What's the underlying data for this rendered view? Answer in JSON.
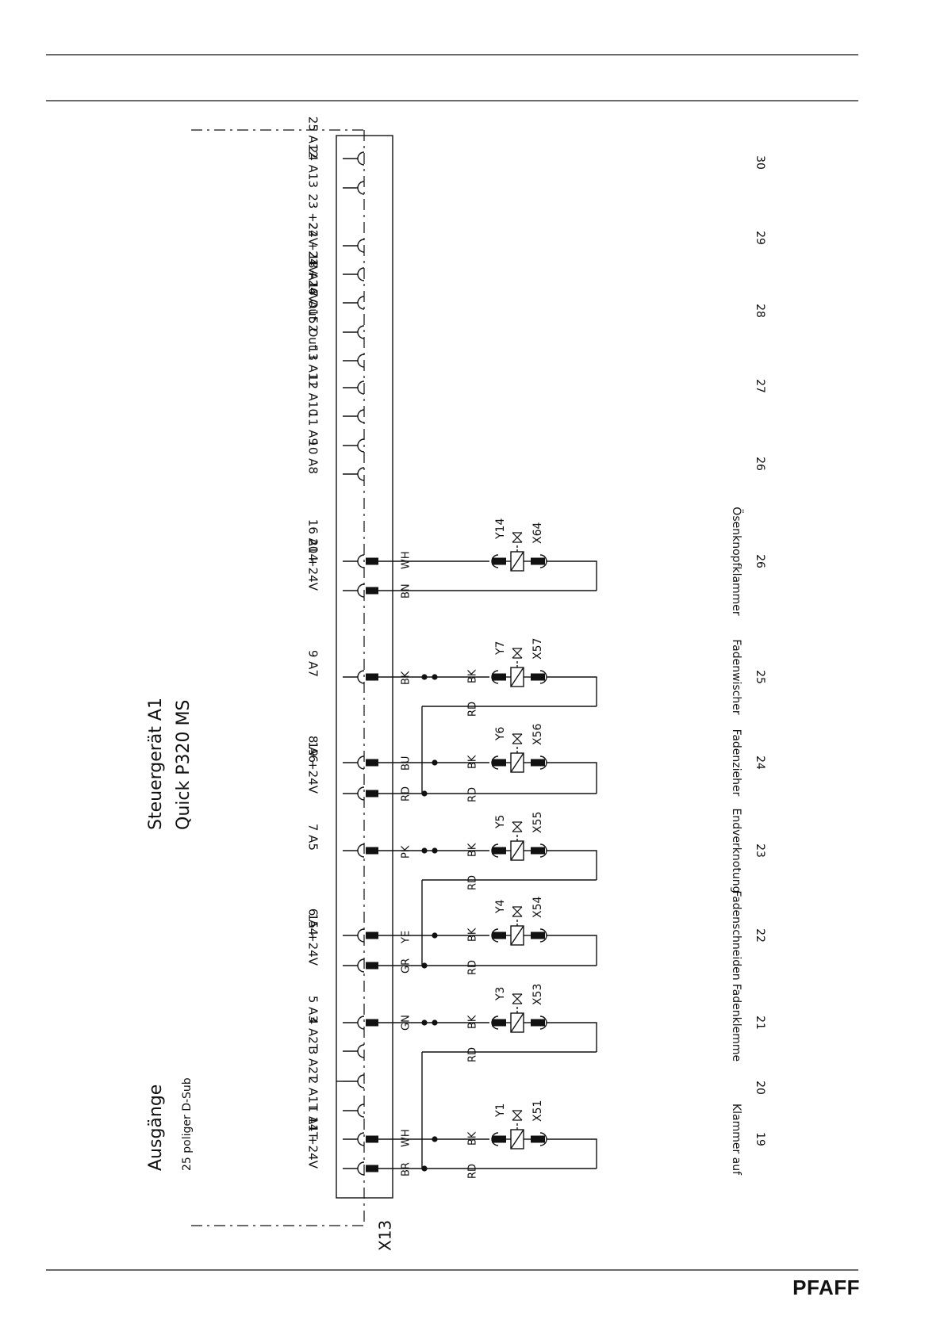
{
  "colors": {
    "line": "#111111",
    "background": "#ffffff"
  },
  "title": {
    "line1": "Steuergerät A1",
    "line2": "Quick P320 MS"
  },
  "outputs_label": {
    "line1": "Ausgänge",
    "line2": "25 poliger D-Sub"
  },
  "connector_label": "X13",
  "brand": "PFAFF",
  "pins": [
    {
      "label": "25 A12",
      "wired": false
    },
    {
      "label": "24 A13",
      "wired": false
    },
    {
      "label": "23 +24V",
      "wired": false
    },
    {
      "label": "22 +24V",
      "wired": false
    },
    {
      "label": "21 +24V",
      "wired": false
    },
    {
      "label": "18 A16 Out 2",
      "wired": false
    },
    {
      "label": "17 A15 Out 1",
      "wired": false
    },
    {
      "label": "13 A11",
      "wired": false
    },
    {
      "label": "12 A10",
      "wired": false
    },
    {
      "label": "11 A9",
      "wired": false
    },
    {
      "label": "10 A8",
      "wired": false
    },
    {
      "label": "16 A14",
      "wired": true
    },
    {
      "label": "20 +24V",
      "wired": true
    },
    {
      "label": "9 A7",
      "wired": true
    },
    {
      "label": "8 A6",
      "wired": true
    },
    {
      "label": "19 +24V",
      "wired": true
    },
    {
      "label": "7 A5",
      "wired": true
    },
    {
      "label": "6 A4",
      "wired": true
    },
    {
      "label": "15 +24V",
      "wired": true
    },
    {
      "label": "5 A3",
      "wired": true
    },
    {
      "label": "4 A2T",
      "wired": false
    },
    {
      "label": "3 A2T",
      "wired": false
    },
    {
      "label": "2 A1T",
      "wired": false
    },
    {
      "label": "1 A1T",
      "wired": true
    },
    {
      "label": "14 +24V",
      "wired": true
    }
  ],
  "valves": [
    {
      "id": "Y14",
      "plug": "X64",
      "function": "Ösenknopfklammer",
      "sheet": "26",
      "wire_signal": "WH",
      "wire_supply": "BN",
      "coil_top": "",
      "coil_bottom": ""
    },
    {
      "id": "Y7",
      "plug": "X57",
      "function": "Fadenwischer",
      "sheet": "25",
      "wire_signal": "BK",
      "wire_supply": "",
      "coil_top": "BK",
      "coil_bottom": "RD"
    },
    {
      "id": "Y6",
      "plug": "X56",
      "function": "Fadenzieher",
      "sheet": "24",
      "wire_signal": "BU",
      "wire_supply": "RD",
      "coil_top": "BK",
      "coil_bottom": "RD"
    },
    {
      "id": "Y5",
      "plug": "X55",
      "function": "Endverknotung",
      "sheet": "23",
      "wire_signal": "PK",
      "wire_supply": "",
      "coil_top": "BK",
      "coil_bottom": "RD"
    },
    {
      "id": "Y4",
      "plug": "X54",
      "function": "Fadenschneiden",
      "sheet": "22",
      "wire_signal": "YE",
      "wire_supply": "GR",
      "coil_top": "BK",
      "coil_bottom": "RD"
    },
    {
      "id": "Y3",
      "plug": "X53",
      "function": "Fadenklemme",
      "sheet": "21",
      "wire_signal": "GN",
      "wire_supply": "",
      "coil_top": "BK",
      "coil_bottom": "RD"
    },
    {
      "id": "Y1",
      "plug": "X51",
      "function": "Klammer auf",
      "sheet": "19",
      "wire_signal": "WH",
      "wire_supply": "BR",
      "coil_top": "BK",
      "coil_bottom": "RD"
    }
  ],
  "sheet_refs": [
    "30",
    "29",
    "28",
    "27",
    "26",
    "20"
  ]
}
